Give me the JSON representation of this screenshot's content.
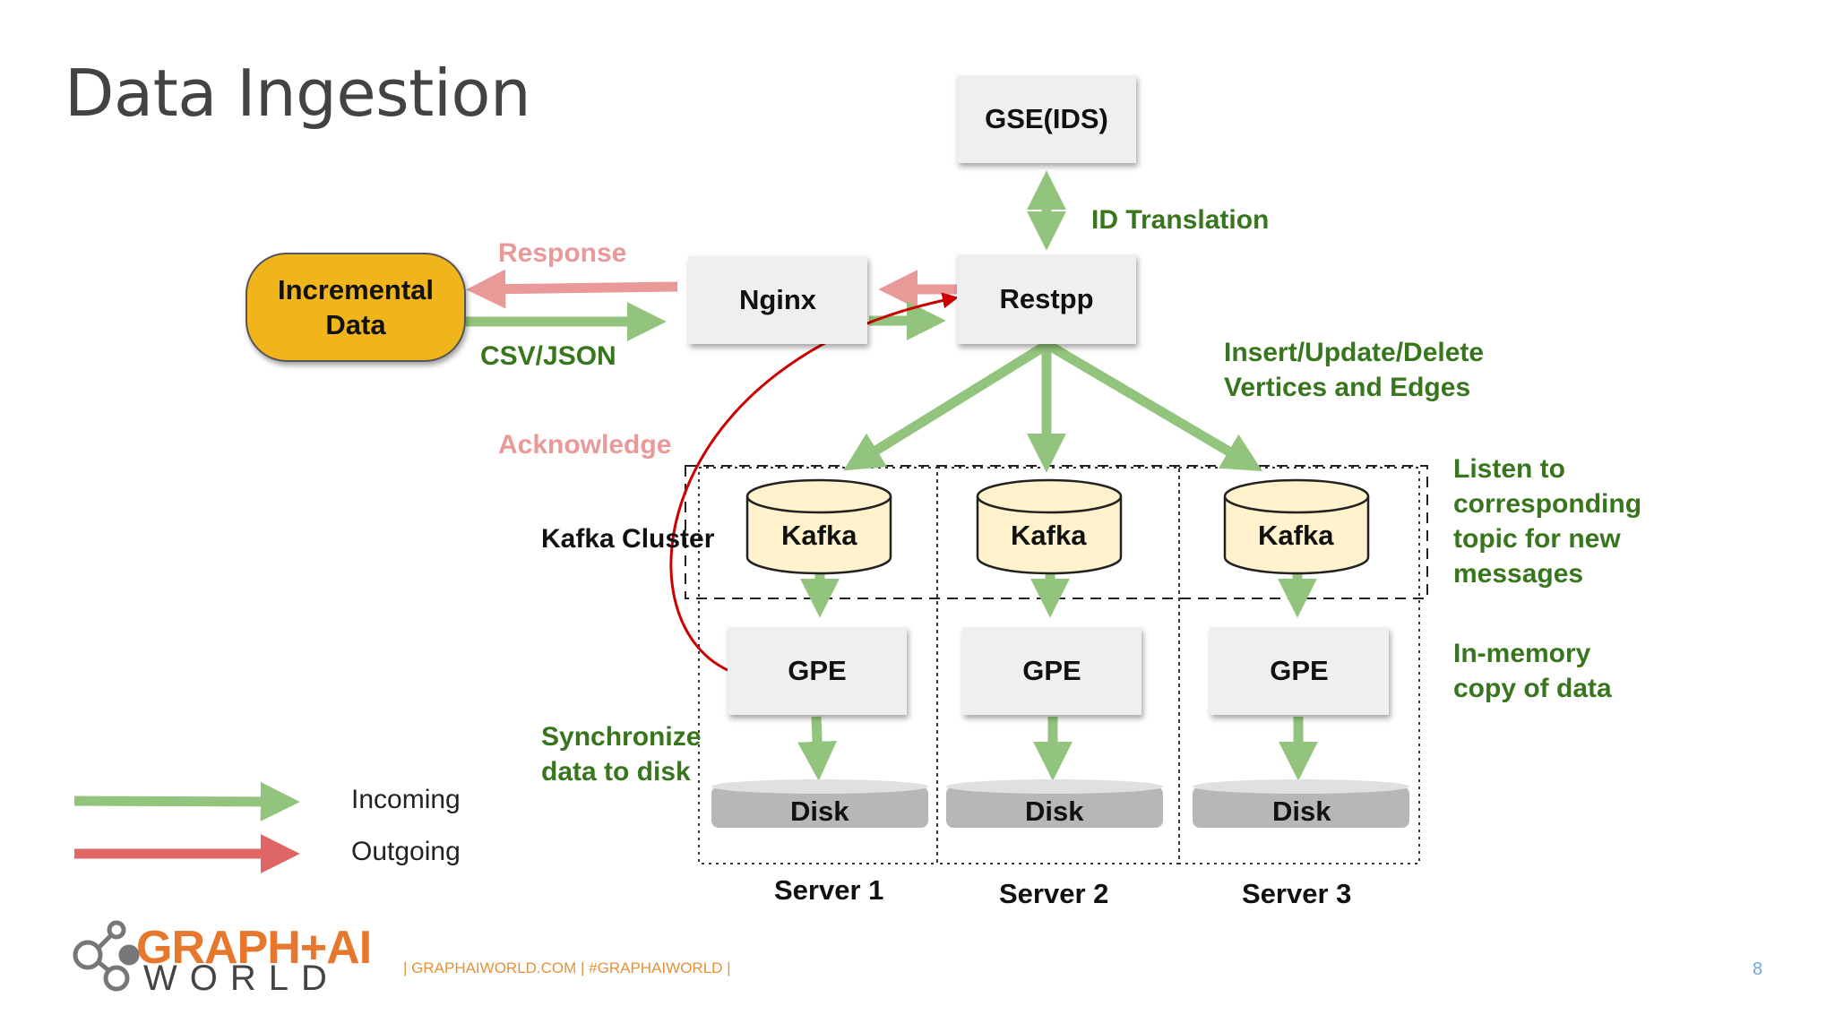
{
  "title": "Data Ingestion",
  "nodes": {
    "incremental_data": [
      "Incremental",
      "Data"
    ],
    "nginx": "Nginx",
    "restpp": "Restpp",
    "gse": "GSE(IDS)",
    "kafka": "Kafka",
    "gpe": "GPE",
    "disk": "Disk"
  },
  "labels": {
    "response": "Response",
    "csv_json": "CSV/JSON",
    "acknowledge": "Acknowledge",
    "id_translation": "ID Translation",
    "insert_update": [
      "Insert/Update/Delete",
      "Vertices and Edges"
    ],
    "kafka_cluster": "Kafka Cluster",
    "listen": [
      "Listen to",
      "corresponding",
      "topic for new",
      "messages"
    ],
    "in_memory": [
      "In-memory",
      "copy of data"
    ],
    "synchronize": [
      "Synchronize",
      "data to disk"
    ]
  },
  "servers": [
    "Server 1",
    "Server 2",
    "Server 3"
  ],
  "legend": {
    "incoming": "Incoming",
    "outgoing": "Outgoing"
  },
  "footer": {
    "logo_top": "GRAPH+AI",
    "logo_bottom": "WORLD",
    "links": "| GRAPHAIWORLD.COM | #GRAPHAIWORLD |",
    "page_number": "8"
  },
  "colors": {
    "incoming": "#93c47d",
    "outgoing": "#e06666",
    "response": "#ea9999",
    "acknowledge_curve": "#cc0000",
    "label_green": "#38761d",
    "kafka_fill": "#fff2cc",
    "disk_fill": "#b7b7b7",
    "pill_fill": "#f1b51c"
  }
}
